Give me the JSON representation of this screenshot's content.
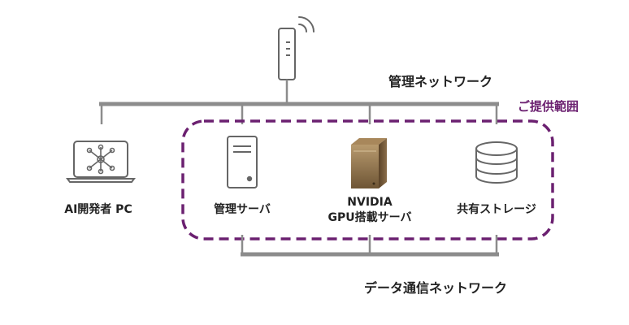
{
  "networks": {
    "management": "管理ネットワーク",
    "data": "データ通信ネットワーク"
  },
  "scope_label": "ご提供範囲",
  "devices": {
    "ai_pc": "AI開発者 PC",
    "mgmt_server": "管理サーバ",
    "gpu_server_line1": "NVIDIA",
    "gpu_server_line2": "GPU搭載サーバ",
    "storage": "共有ストレージ"
  },
  "colors": {
    "line": "#8c8c8c",
    "icon": "#666666",
    "scope": "#6b2070",
    "gpu_body": "#8a6e4a"
  }
}
